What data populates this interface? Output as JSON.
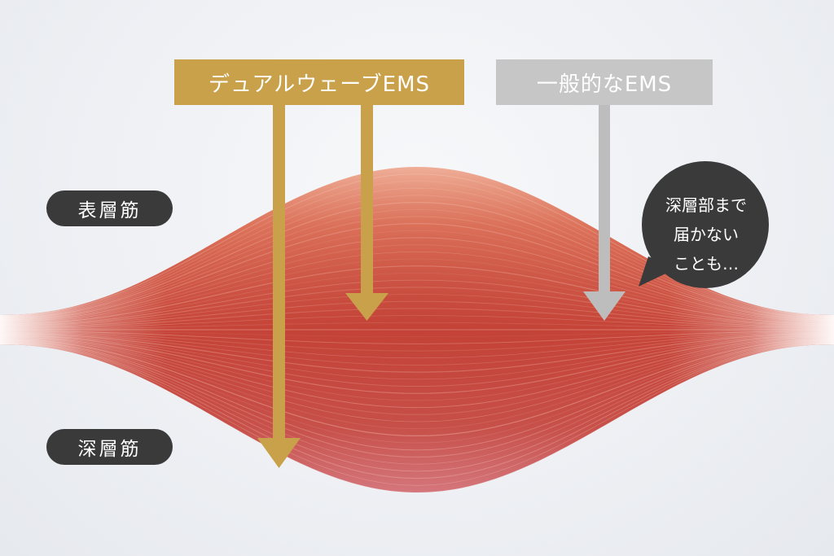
{
  "labels": {
    "dual_wave": "デュアルウェーブEMS",
    "general": "一般的なEMS"
  },
  "layers": {
    "surface": "表層筋",
    "deep": "深層筋"
  },
  "bubble": {
    "lines": [
      "深層部まで",
      "届かない",
      "ことも…"
    ]
  },
  "colors": {
    "gold": "#c9a14a",
    "gray_label": "#c6c6c6",
    "gray_arrow": "#bdbdbd",
    "dark_pill": "#3a3a3a",
    "muscle_red": "#c8473a",
    "muscle_light": "#e98a6c"
  },
  "icons": {
    "dual_arrows": "down-arrow",
    "general_arrow": "down-arrow",
    "muscle": "muscle-illustration"
  }
}
